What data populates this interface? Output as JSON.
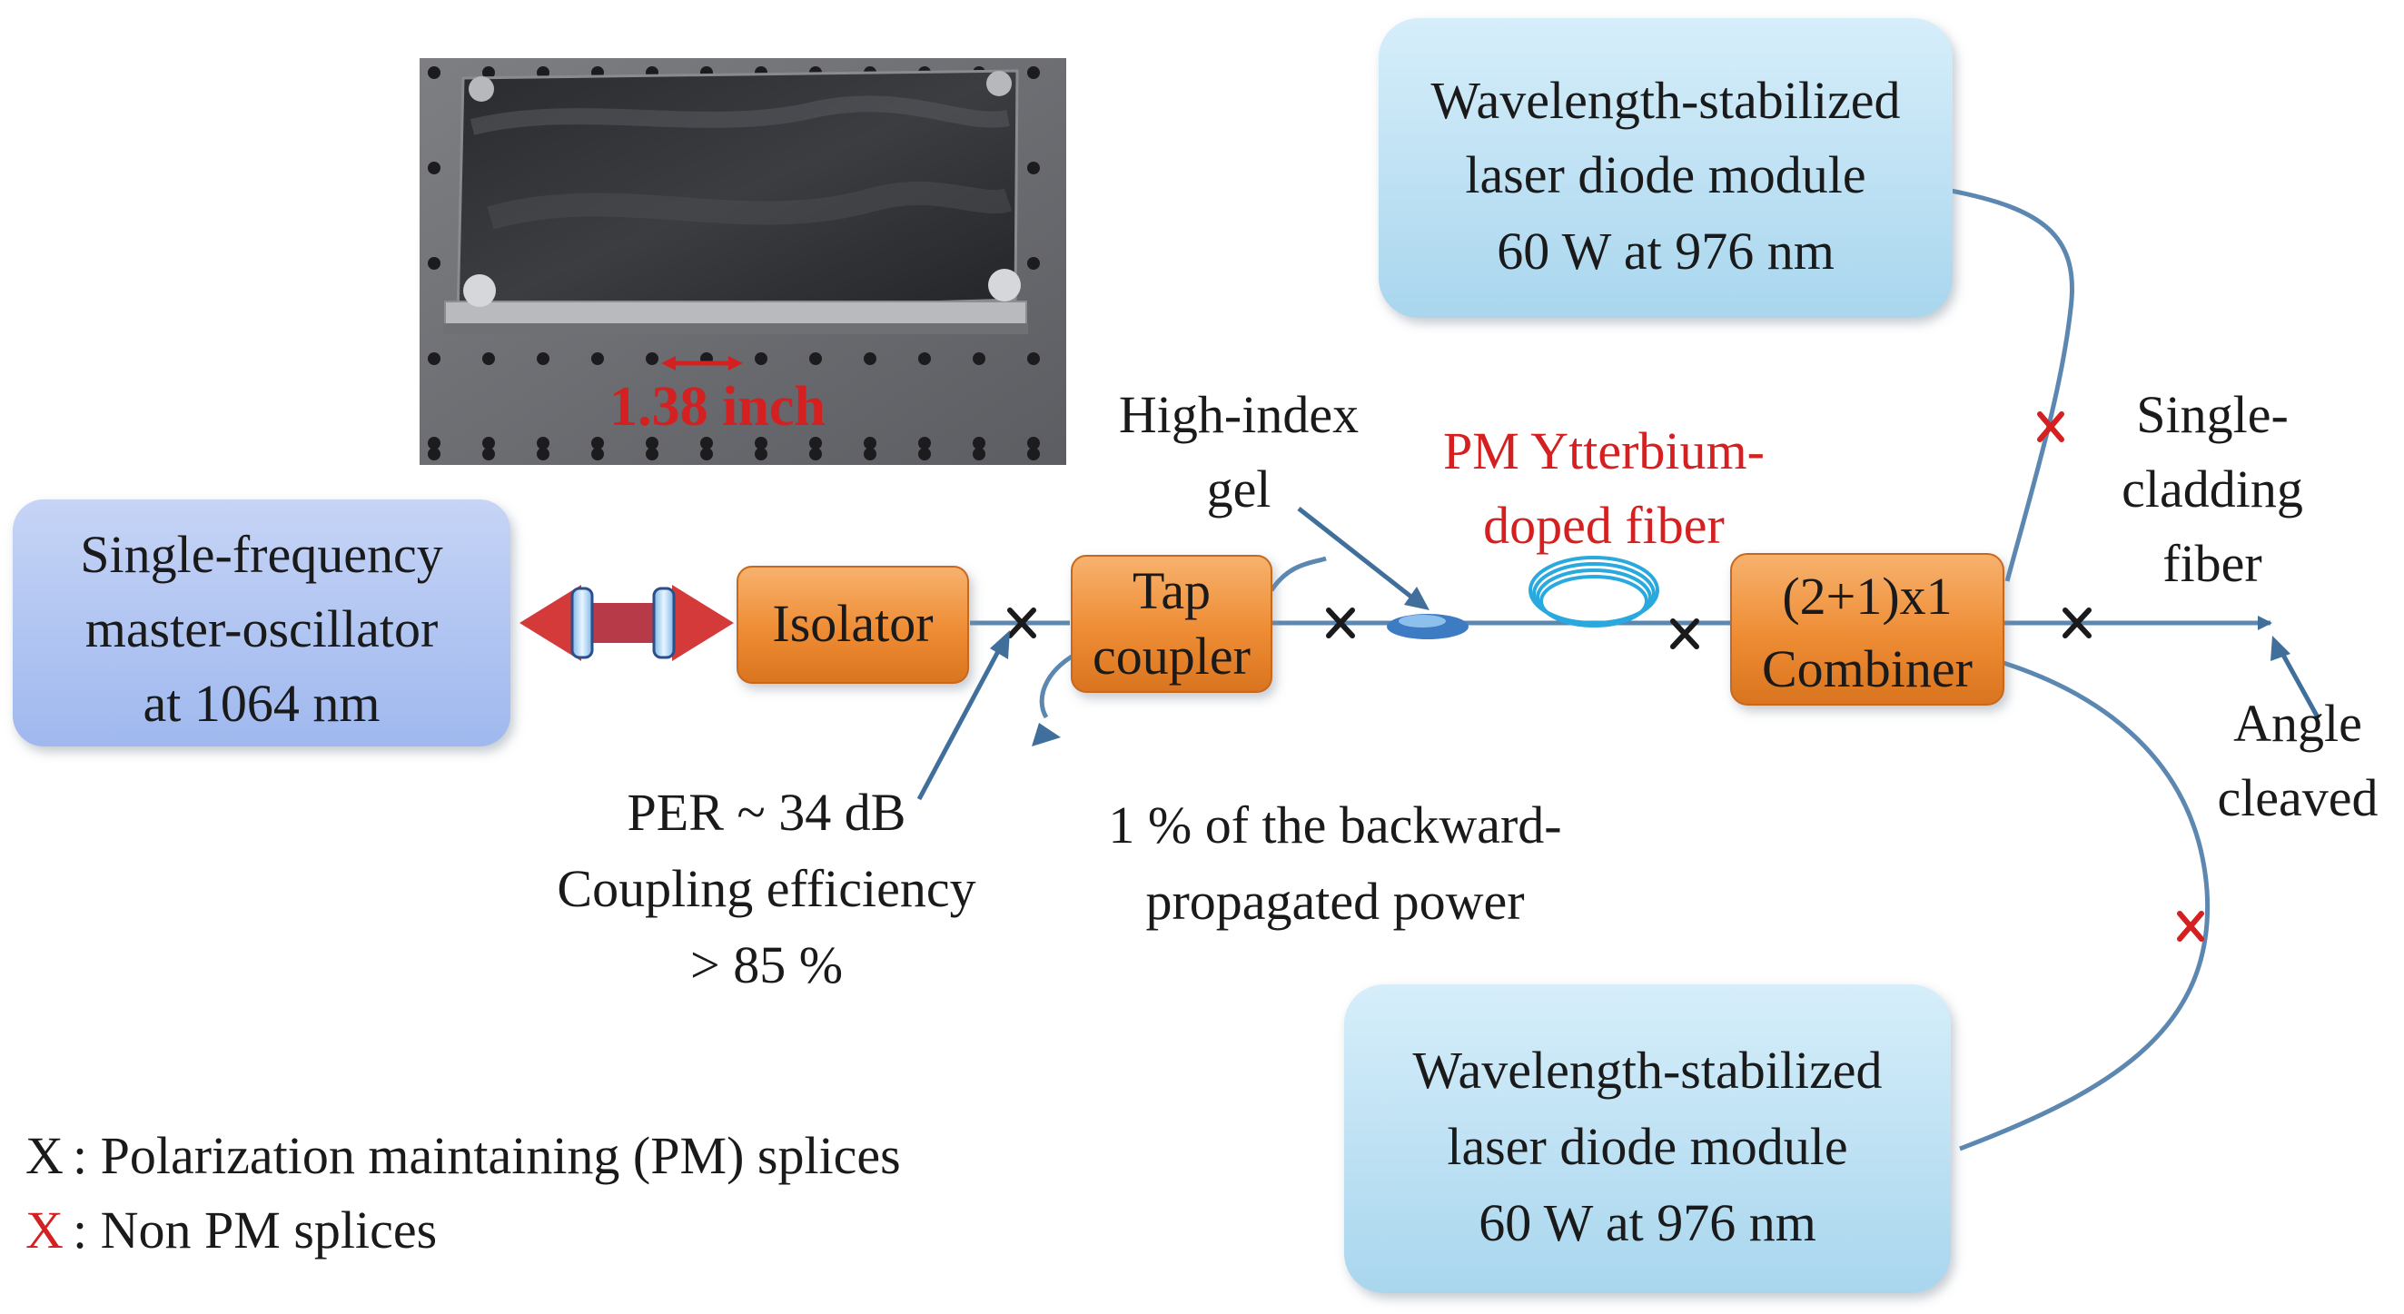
{
  "photo": {
    "scale_label": "1.38 inch"
  },
  "boxes": {
    "master_oscillator": [
      "Single-frequency",
      "master-oscillator",
      "at 1064 nm"
    ],
    "isolator": "Isolator",
    "tap_coupler": [
      "Tap",
      "coupler"
    ],
    "combiner": [
      "(2+1)x1",
      "Combiner"
    ],
    "pump_top": [
      "Wavelength-stabilized",
      "laser diode module",
      "60 W at 976 nm"
    ],
    "pump_bottom": [
      "Wavelength-stabilized",
      "laser diode module",
      "60 W at 976 nm"
    ]
  },
  "labels": {
    "high_index_gel": [
      "High-index",
      "gel"
    ],
    "pm_ytterbium_fiber": [
      "PM Ytterbium-",
      "doped fiber"
    ],
    "single_cladding_fiber": [
      "Single-",
      "cladding",
      "fiber"
    ],
    "angle_cleaved": [
      "Angle",
      "cleaved"
    ],
    "per_coupling": [
      "PER ~ 34 dB",
      "Coupling efficiency",
      "> 85 %"
    ],
    "backward_power": [
      "1 % of the backward-",
      "propagated power"
    ]
  },
  "legend": {
    "pm_symbol": "X",
    "pm_text": ": Polarization maintaining (PM) splices",
    "nonpm_symbol": "X",
    "nonpm_text": ": Non PM splices"
  },
  "colors": {
    "blue_box": "#bfe3f2",
    "orange_box": "#ef8f3c",
    "fiber": "#5b87b0",
    "red": "#d42020",
    "black": "#1a1a1a"
  }
}
